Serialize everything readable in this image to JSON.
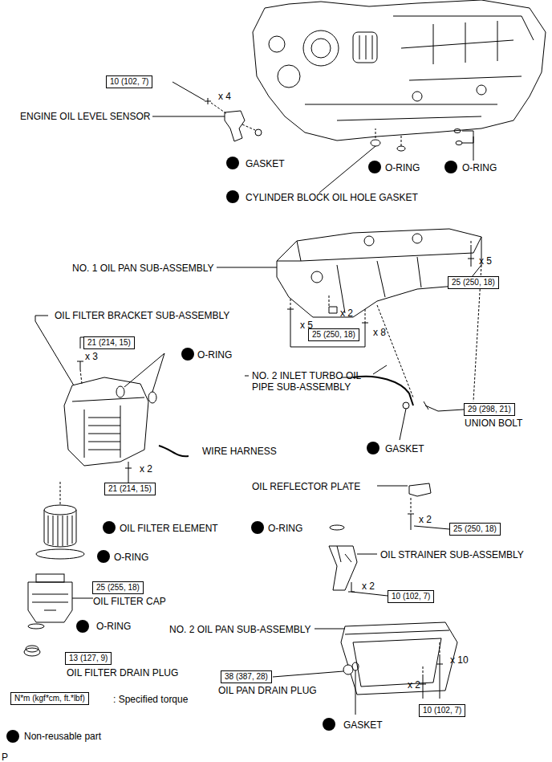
{
  "diagram": {
    "nodes": [
      {
        "text": [
          "10 (102, 7)"
        ]
      },
      {
        "text": [
          "25 (250, 18)"
        ]
      },
      {
        "text": [
          "21 (214, 15)"
        ]
      },
      {
        "text": [
          "25 (250, 18)"
        ]
      },
      {
        "text": [
          "29 (298, 21)"
        ]
      },
      {
        "text": [
          "21 (214, 15)"
        ]
      },
      {
        "text": [
          "25 (250, 18)"
        ]
      },
      {
        "text": [
          "10 (102, 7)"
        ]
      },
      {
        "text": [
          "25 (255, 18)"
        ]
      },
      {
        "text": [
          "13 (127, 9)"
        ]
      },
      {
        "text": [
          "38 (387, 28)"
        ]
      },
      {
        "text": [
          "10 (102, 7)"
        ]
      },
      {
        "text": [
          "N*m (kgf*cm, ft.*lbf)"
        ]
      }
    ],
    "labels": [
      "x 4",
      "ENGINE OIL LEVEL SENSOR",
      "GASKET",
      "O-RING",
      "O-RING",
      "CYLINDER BLOCK OIL HOLE GASKET",
      "NO. 1 OIL PAN SUB-ASSEMBLY",
      "x 5",
      "OIL FILTER BRACKET SUB-ASSEMBLY",
      "x 5",
      "x 2",
      "x 8",
      "x 3",
      "O-RING",
      "NO. 2 INLET TURBO OIL PIPE SUB-ASSEMBLY",
      "UNION BOLT",
      "GASKET",
      "WIRE HARNESS",
      "x 2",
      "OIL REFLECTOR PLATE",
      "x 2",
      "OIL FILTER ELEMENT",
      "O-RING",
      "OIL STRAINER SUB-ASSEMBLY",
      "O-RING",
      "x 2",
      "OIL FILTER CAP",
      "NO. 2 OIL PAN SUB-ASSEMBLY",
      "O-RING",
      "x 10",
      "x 2",
      "OIL FILTER DRAIN PLUG",
      "OIL PAN DRAIN PLUG",
      "GASKET",
      "P"
    ],
    "legend": [
      {
        "text": ": Specified torque"
      },
      {
        "text": "Non-reusable part"
      }
    ]
  }
}
